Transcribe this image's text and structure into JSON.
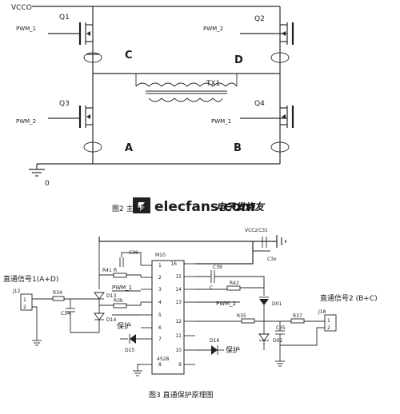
{
  "top_circuit": {
    "supply_label": "VCCO",
    "ground_label": "0",
    "transformer_label": "TX1",
    "switches": [
      {
        "name": "Q1",
        "gate": "PWM_1",
        "node": "C"
      },
      {
        "name": "Q2",
        "gate": "PWM_2",
        "node": "D"
      },
      {
        "name": "Q3",
        "gate": "PWM_2",
        "node": "A"
      },
      {
        "name": "Q4",
        "gate": "PWM_1",
        "node": "B"
      }
    ]
  },
  "watermark": {
    "brand_text": "elecfans.com",
    "brand_cn": "电子发烧友",
    "figure_caption_fragment": "图2  主电路"
  },
  "bottom_circuit": {
    "chip_ref": "M10",
    "chip_part": "4528",
    "supply_label": "VCC2",
    "left_signal": "直通信号1(A+D)",
    "right_signal": "直通信号2 (B+C)",
    "left_connector": "J12",
    "right_connector": "J18",
    "pwm_left": "PWM_1",
    "pwm_right": "PWM_2",
    "protect_left": "保护",
    "protect_right": "保护",
    "left_pins": [
      "1",
      "2",
      "3",
      "4",
      "5",
      "6",
      "7",
      "8"
    ],
    "right_pins": [
      "16",
      "15",
      "14",
      "13",
      "12",
      "11",
      "10",
      "9"
    ],
    "components": {
      "r41": "R41",
      "r34": "R34",
      "r3b": "R3b",
      "r42": "R42",
      "r35": "R35",
      "r37": "R37",
      "c36": "C36",
      "c39": "C39",
      "c34": "C34",
      "c35": "C35",
      "c31": "C31",
      "c3x": "C3x",
      "d13": "D13",
      "d14": "D14",
      "d15": "D15",
      "d16": "D16",
      "d01": "D01",
      "d02": "D02",
      "r_small": "R",
      "c_small": "C"
    },
    "connector_pins": [
      "1",
      "2"
    ],
    "caption": "图3  直通保护原理图"
  }
}
